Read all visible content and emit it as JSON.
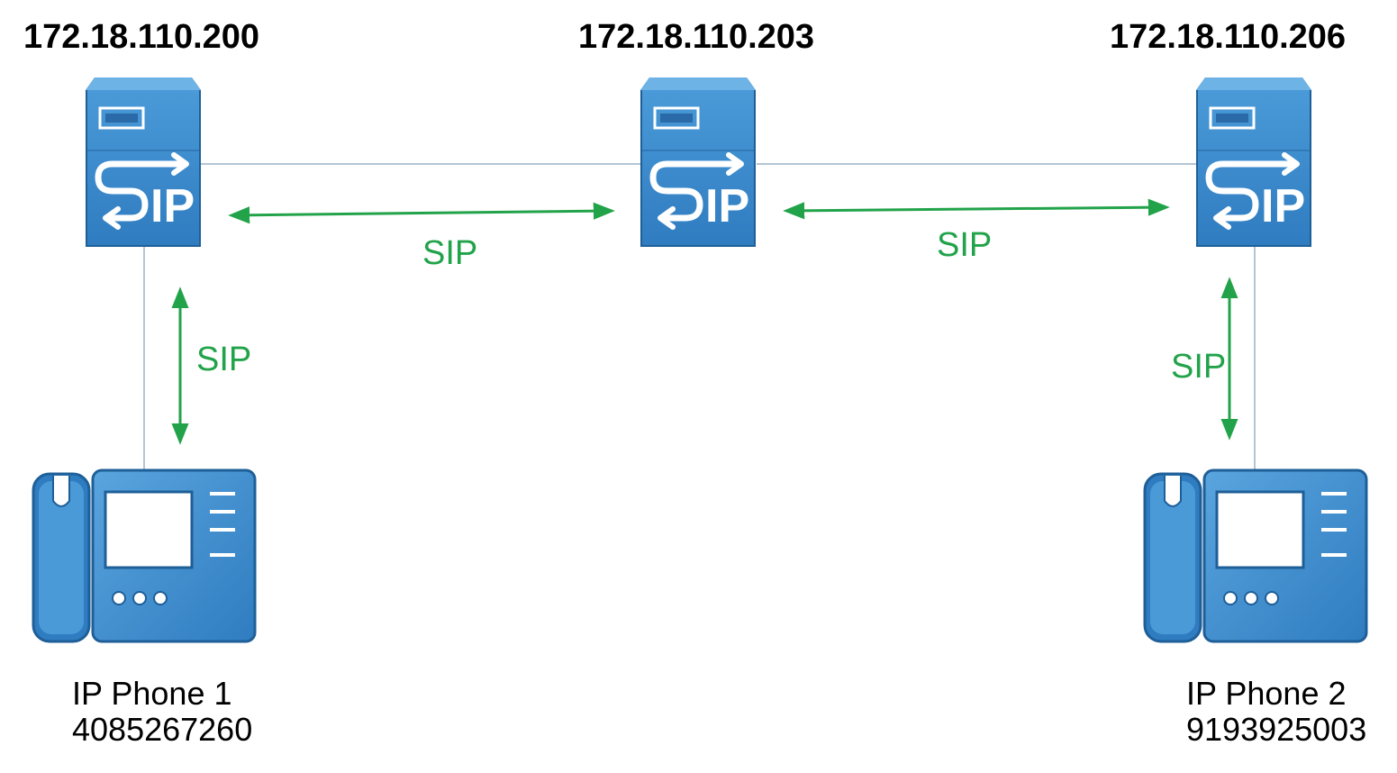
{
  "servers": [
    {
      "ip": "172.18.110.200",
      "icon": "sip-server-icon"
    },
    {
      "ip": "172.18.110.203",
      "icon": "sip-server-icon"
    },
    {
      "ip": "172.18.110.206",
      "icon": "sip-server-icon"
    }
  ],
  "links": [
    {
      "label": "SIP"
    },
    {
      "label": "SIP"
    },
    {
      "label": "SIP"
    },
    {
      "label": "SIP"
    }
  ],
  "phones": [
    {
      "name": "IP Phone 1",
      "number": "4085267260",
      "icon": "ip-phone-icon"
    },
    {
      "name": "IP Phone 2",
      "number": "9193925003",
      "icon": "ip-phone-icon"
    }
  ],
  "colors": {
    "device_blue": "#3f8fd0",
    "device_top": "#6eb3e6",
    "device_dark": "#1f5f98",
    "link_line": "#9ab3c6",
    "sip_arrow": "#22a34a"
  }
}
